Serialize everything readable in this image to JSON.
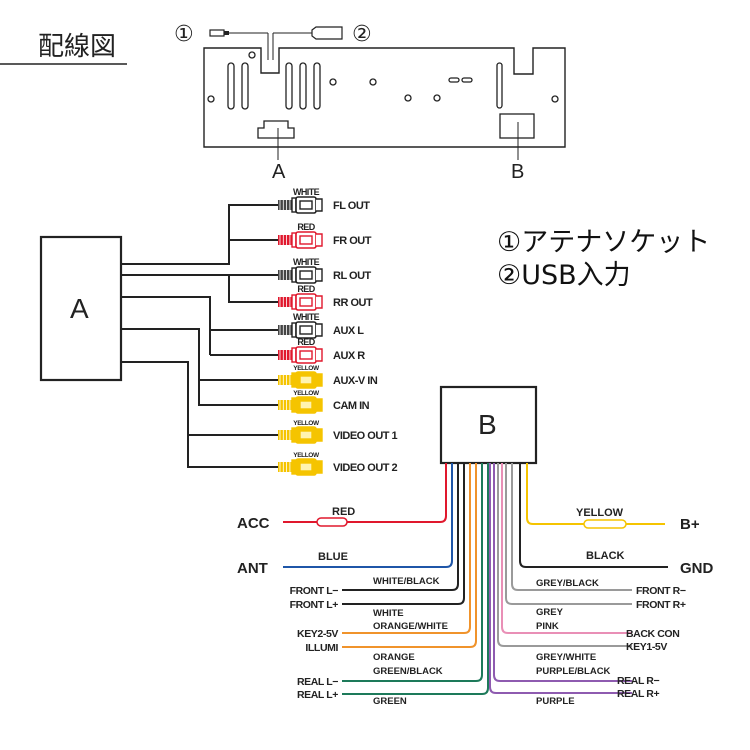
{
  "title": "配線図",
  "unit_labels": {
    "a": "A",
    "b": "B",
    "circle1": "①",
    "circle2": "②"
  },
  "legend": [
    {
      "marker": "①",
      "text": "アテナソケット"
    },
    {
      "marker": "②",
      "text": "USB入力"
    }
  ],
  "connector_a": {
    "label": "A",
    "rca": [
      {
        "color_name": "WHITE",
        "label": "FL OUT",
        "color": "#222222"
      },
      {
        "color_name": "RED",
        "label": "FR OUT",
        "color": "#e0182d"
      },
      {
        "color_name": "WHITE",
        "label": "RL OUT",
        "color": "#222222"
      },
      {
        "color_name": "RED",
        "label": "RR OUT",
        "color": "#e0182d"
      },
      {
        "color_name": "WHITE",
        "label": "AUX L",
        "color": "#222222"
      },
      {
        "color_name": "RED",
        "label": "AUX R",
        "color": "#e0182d"
      },
      {
        "color_name": "YELLOW",
        "label": "AUX-V IN",
        "color": "#f5c400"
      },
      {
        "color_name": "YELLOW",
        "label": "CAM IN",
        "color": "#f5c400"
      },
      {
        "color_name": "YELLOW",
        "label": "VIDEO OUT 1",
        "color": "#f5c400"
      },
      {
        "color_name": "YELLOW",
        "label": "VIDEO OUT 2",
        "color": "#f5c400"
      }
    ]
  },
  "connector_b": {
    "label": "B",
    "power": [
      {
        "pin": "ACC",
        "wire": "RED",
        "color": "#e0182d",
        "side": "left"
      },
      {
        "pin": "ANT",
        "wire": "BLUE",
        "color": "#1f56a8",
        "side": "left"
      },
      {
        "pin": "B+",
        "wire": "YELLOW",
        "color": "#f5c400",
        "side": "right"
      },
      {
        "pin": "GND",
        "wire": "BLACK",
        "color": "#222222",
        "side": "right"
      }
    ],
    "left_wires": [
      {
        "pin": "FRONT L−",
        "wire": "WHITE/BLACK",
        "color": "#222222"
      },
      {
        "pin": "FRONT L+",
        "wire": "WHITE",
        "color": "#222222"
      },
      {
        "pin": "KEY2-5V",
        "wire": "ORANGE/WHITE",
        "color": "#f0932b"
      },
      {
        "pin": "ILLUMI",
        "wire": "ORANGE",
        "color": "#f0932b"
      },
      {
        "pin": "REAL L−",
        "wire": "GREEN/BLACK",
        "color": "#1d7a5a"
      },
      {
        "pin": "REAL L+",
        "wire": "GREEN",
        "color": "#1d7a5a"
      }
    ],
    "right_wires": [
      {
        "pin": "FRONT R−",
        "wire": "GREY/BLACK",
        "color": "#9a9a9a"
      },
      {
        "pin": "FRONT R+",
        "wire": "GREY",
        "color": "#9a9a9a"
      },
      {
        "pin": "BACK CON",
        "wire": "PINK",
        "color": "#e98fb6"
      },
      {
        "pin": "KEY1-5V",
        "wire": "GREY/WHITE",
        "color": "#9a9a9a"
      },
      {
        "pin": "REAL R−",
        "wire": "PURPLE/BLACK",
        "color": "#8e5bb0"
      },
      {
        "pin": "REAL R+",
        "wire": "PURPLE",
        "color": "#8e5bb0"
      }
    ]
  }
}
